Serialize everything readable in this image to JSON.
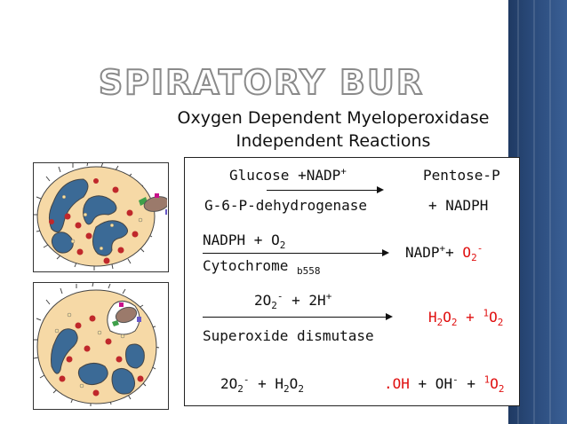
{
  "slide": {
    "title": "RESPIRATORY BURST",
    "subtitle_line1": "Oxygen Dependent Myeloperoxidase",
    "subtitle_line2": "Independent Reactions"
  },
  "reactions": {
    "r1": {
      "substrate": "Glucose +NADP",
      "substrate_sup": "+",
      "product_line1": "Pentose-P",
      "product_line2": "+ NADPH",
      "enzyme": "G-6-P-dehydrogenase"
    },
    "r2": {
      "substrate": "NADPH + O",
      "substrate_sub": "2",
      "enzyme": "Cytochrome",
      "enzyme_sub": "b558",
      "product_a": "NADP",
      "product_a_sup": "+",
      "product_plus": "+ ",
      "product_b": "O",
      "product_b_sub": "2",
      "product_b_sup": "-"
    },
    "r3": {
      "substrate_a": "2O",
      "substrate_a_sub": "2",
      "substrate_a_sup": "-",
      "substrate_plus": " + 2H",
      "substrate_b_sup": "+",
      "enzyme": "Superoxide dismutase",
      "product_a": "H",
      "product_a_sub": "2",
      "product_a2": "O",
      "product_a2_sub": "2",
      "product_plus": " + ",
      "product_b_pre": "1",
      "product_b": "O",
      "product_b_sub": "2"
    },
    "r4": {
      "lhs_a": "2O",
      "lhs_a_sub": "2",
      "lhs_a_sup": "-",
      "lhs_plus": " + H",
      "lhs_b_sub": "2",
      "lhs_b2": "O",
      "lhs_b2_sub": "2",
      "rhs_a": ".OH",
      "rhs_plus1": " + OH",
      "rhs_b_sup": "-",
      "rhs_plus2": " + ",
      "rhs_c_pre": "1",
      "rhs_c": "O",
      "rhs_c_sub": "2"
    }
  },
  "colors": {
    "accent_red": "#e01010",
    "cell_fill": "#f6d9a6",
    "nucleus": "#3b6a96",
    "granule": "#c0282b",
    "bacterium": "#9b7a6b",
    "side_bar": "#2a4a7a"
  }
}
